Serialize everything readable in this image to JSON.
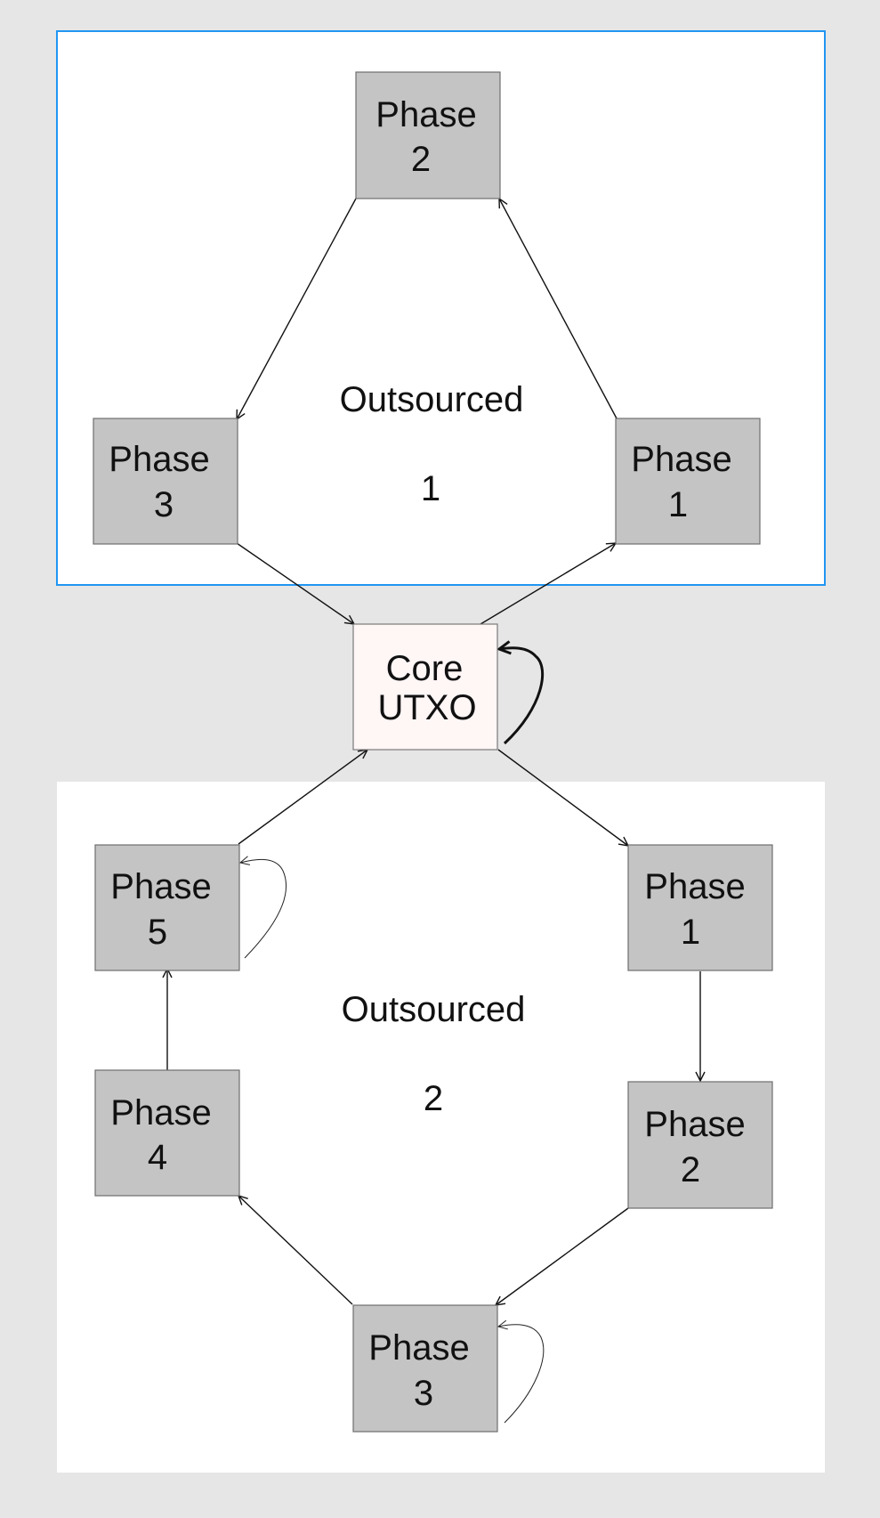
{
  "colors": {
    "page_background": "#e6e6e6",
    "region_fill": "#ffffff",
    "region1_border": "#2196f3",
    "phase_fill": "#c4c4c4",
    "phase_border": "#6e6e6e",
    "core_fill": "#fff6f6",
    "core_border": "#7a7a7a",
    "arrow": "#111111"
  },
  "core": {
    "line1": "Core",
    "line2": "UTXO"
  },
  "outsourced1": {
    "title": "Outsourced",
    "number": "1",
    "phase3": {
      "line1": "Phase",
      "line2": "3"
    },
    "phase2": {
      "line1": "Phase",
      "line2": "2"
    },
    "phase1": {
      "line1": "Phase",
      "line2": "1"
    }
  },
  "outsourced2": {
    "title": "Outsourced",
    "number": "2",
    "phase5": {
      "line1": "Phase",
      "line2": "5"
    },
    "phase4": {
      "line1": "Phase",
      "line2": "4"
    },
    "phase3": {
      "line1": "Phase",
      "line2": "3"
    },
    "phase2": {
      "line1": "Phase",
      "line2": "2"
    },
    "phase1": {
      "line1": "Phase",
      "line2": "1"
    }
  }
}
